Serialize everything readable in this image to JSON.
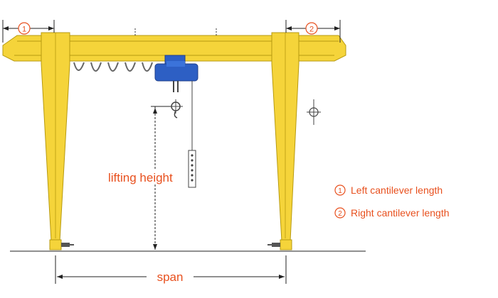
{
  "markers": {
    "left": "1",
    "right": "2"
  },
  "labels": {
    "lifting_height": "lifting height",
    "span": "span"
  },
  "legend": [
    {
      "marker": "1",
      "text": "Left cantilever length"
    },
    {
      "marker": "2",
      "text": "Right cantilever length"
    }
  ],
  "colors": {
    "beam": "#f5d43a",
    "beam_edge": "#b79a10",
    "hoist": "#2d5fc4",
    "hoist_dark": "#1f3f8a",
    "annotation": "#e8501e",
    "line": "#222222"
  }
}
